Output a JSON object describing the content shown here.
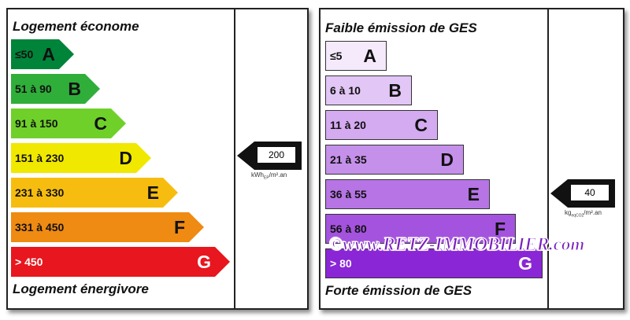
{
  "energy": {
    "title_top": "Logement économe",
    "title_bottom": "Logement énergivore",
    "classes": [
      {
        "range": "≤50",
        "letter": "A",
        "color": "#00843a",
        "text": "#111"
      },
      {
        "range": "51 à 90",
        "letter": "B",
        "color": "#2fae3a",
        "text": "#111"
      },
      {
        "range": "91 à 150",
        "letter": "C",
        "color": "#6fd02a",
        "text": "#111"
      },
      {
        "range": "151 à 230",
        "letter": "D",
        "color": "#f1e800",
        "text": "#111"
      },
      {
        "range": "231 à 330",
        "letter": "E",
        "color": "#f6bd10",
        "text": "#111"
      },
      {
        "range": "331 à 450",
        "letter": "F",
        "color": "#ef8a12",
        "text": "#111"
      },
      {
        "range": "> 450",
        "letter": "G",
        "color": "#e8161e",
        "text": "#fff"
      }
    ],
    "value": "200",
    "unit_main": "kWh",
    "unit_sub": "EP",
    "unit_rest": "/m².an",
    "value_class": "D"
  },
  "ges": {
    "title_top": "Faible émission de GES",
    "title_bottom": "Forte émission de GES",
    "classes": [
      {
        "range": "≤5",
        "letter": "A",
        "color": "#f5eafc",
        "text": "#111"
      },
      {
        "range": "6 à 10",
        "letter": "B",
        "color": "#e2c6f5",
        "text": "#111"
      },
      {
        "range": "11 à 20",
        "letter": "C",
        "color": "#d4aaf0",
        "text": "#111"
      },
      {
        "range": "21 à 35",
        "letter": "D",
        "color": "#c590ea",
        "text": "#111"
      },
      {
        "range": "36 à 55",
        "letter": "E",
        "color": "#b674e4",
        "text": "#111"
      },
      {
        "range": "56 à 80",
        "letter": "F",
        "color": "#a453de",
        "text": "#111"
      },
      {
        "range": "> 80",
        "letter": "G",
        "color": "#8a26d6",
        "text": "#fff"
      }
    ],
    "value": "40",
    "unit_main": "kg",
    "unit_sub": "eqCO2",
    "unit_rest": "/m².an",
    "value_class": "E"
  },
  "watermark": "©www.RETZ-IMMOBILIER.com"
}
